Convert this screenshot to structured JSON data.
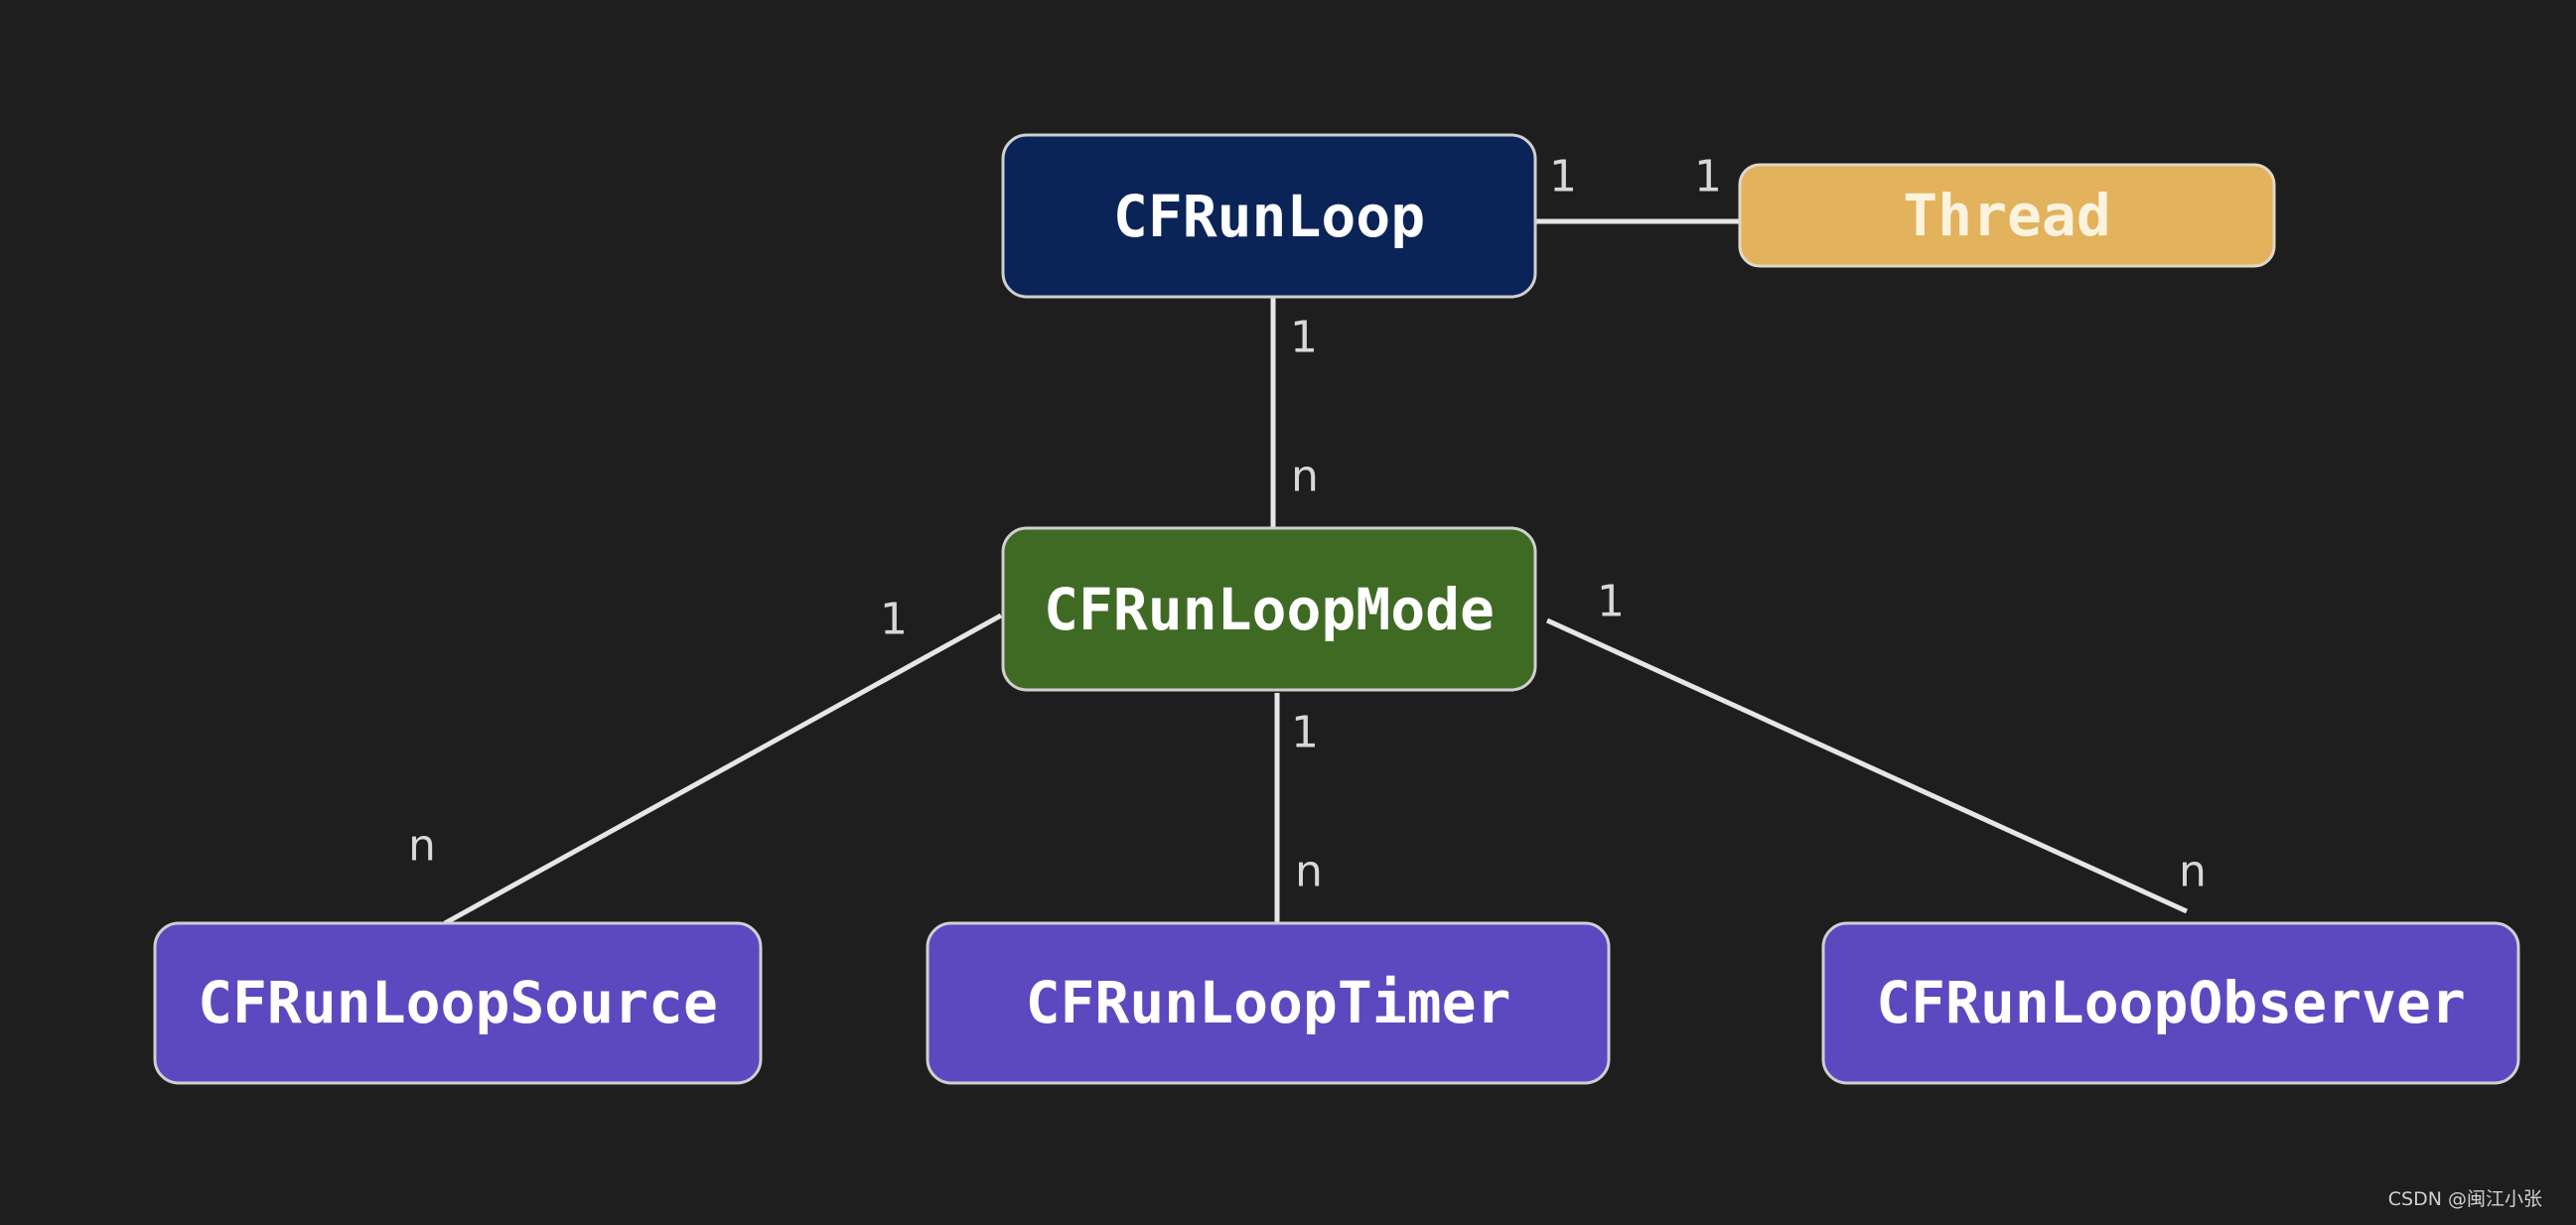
{
  "nodes": {
    "runloop": {
      "label": "CFRunLoop",
      "fill": "#0b2458"
    },
    "thread": {
      "label": "Thread",
      "fill": "#e2b25c"
    },
    "mode": {
      "label": "CFRunLoopMode",
      "fill": "#3f6a24"
    },
    "source": {
      "label": "CFRunLoopSource",
      "fill": "#5c49c0"
    },
    "timer": {
      "label": "CFRunLoopTimer",
      "fill": "#5c49c0"
    },
    "observer": {
      "label": "CFRunLoopObserver",
      "fill": "#5c49c0"
    }
  },
  "multiplicities": {
    "runloop_thread_left": "1",
    "runloop_thread_right": "1",
    "runloop_mode_top": "1",
    "runloop_mode_bottom": "n",
    "mode_source_top": "1",
    "mode_source_bottom": "n",
    "mode_timer_top": "1",
    "mode_timer_bottom": "n",
    "mode_observer_top": "1",
    "mode_observer_bottom": "n"
  },
  "colors": {
    "background": "#1e1e1e",
    "line": "#e6e6e6",
    "border": "#cfcfcf"
  },
  "watermark": "CSDN @闽江小张"
}
